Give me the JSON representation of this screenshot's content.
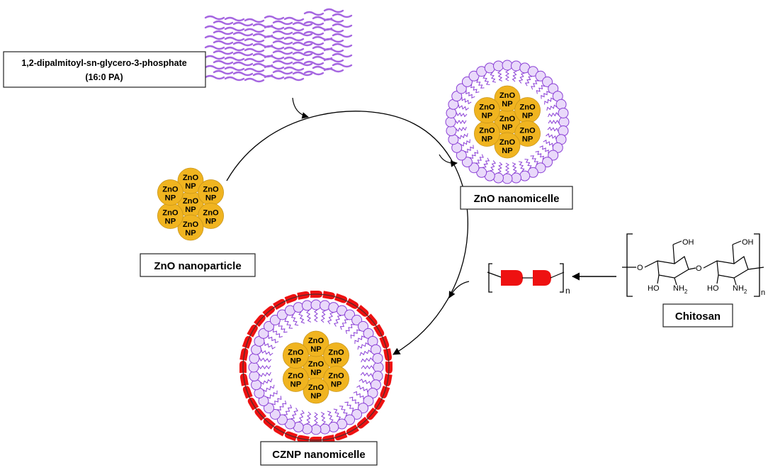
{
  "colors": {
    "nanoparticle": "#F0B420",
    "nanoparticle_stroke": "#C8951A",
    "lipid": "#A566E0",
    "lipid_dark": "#8A3FD6",
    "chitosan_unit": "#EE1111",
    "arrow": "#000000"
  },
  "labels": {
    "lipid_line1": "1,2-dipalmitoyl-sn-glycero-3-phosphate",
    "lipid_line2": "(16:0 PA)",
    "zno_nanoparticle": "ZnO nanoparticle",
    "zno_nanomicelle": "ZnO nanomicelle",
    "czn_nanomicelle": "CZNP nanomicelle",
    "chitosan": "Chitosan"
  },
  "np": {
    "line1": "ZnO",
    "line2": "NP"
  },
  "chitosan_formula": {
    "subscript_n": "n",
    "nh2_label": "NH",
    "nh2_sub": "2",
    "ho_label": "HO",
    "oh_label": "OH",
    "o_label": "O"
  },
  "icons": [
    "lipid-layer-icon",
    "nanoparticle-cluster-icon",
    "nanomicelle-icon",
    "chitosan-structure-icon",
    "polymer-unit-icon"
  ]
}
